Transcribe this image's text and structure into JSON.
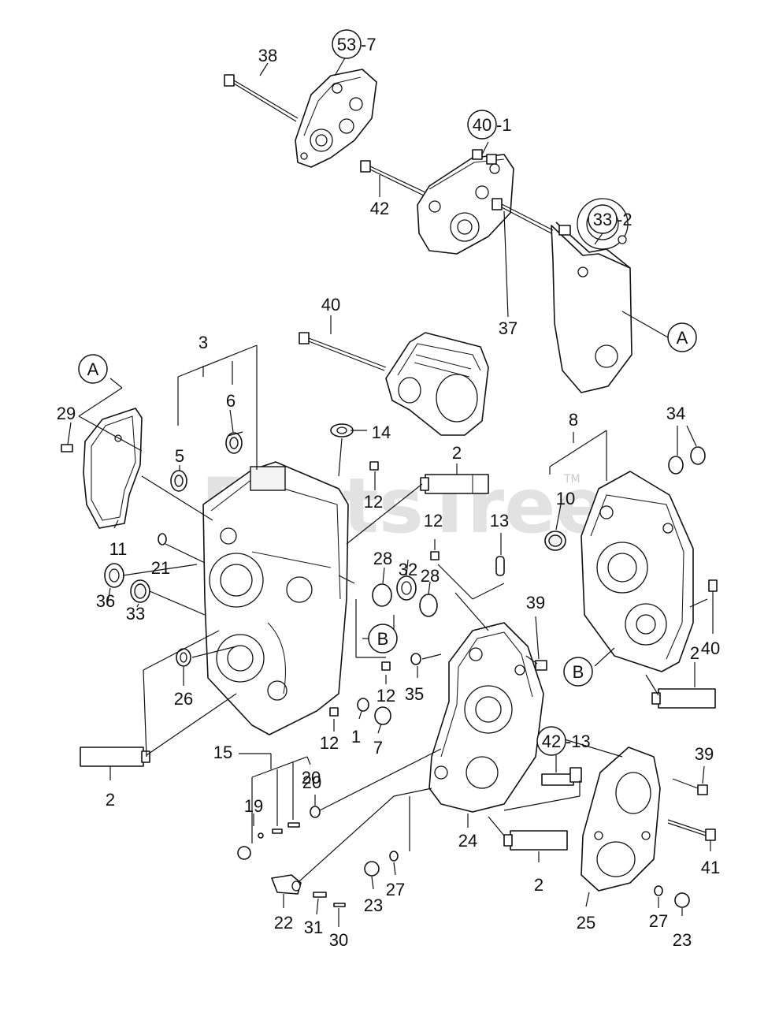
{
  "watermark": {
    "text": "PartsTree",
    "trademark": "TM"
  },
  "callouts": {
    "c53": "53",
    "c53_suffix": "-7",
    "c40": "40",
    "c40_suffix": "-1",
    "c33": "33",
    "c33_suffix": "-2",
    "c42": "42",
    "c42_suffix": "-13",
    "refA_top": "A",
    "refA_left": "A",
    "refB_mid": "B",
    "refB_right": "B"
  },
  "labels": {
    "l38": "38",
    "l42": "42",
    "l37": "37",
    "l40a": "40",
    "l3": "3",
    "l6": "6",
    "l29": "29",
    "l5": "5",
    "l14": "14",
    "l2a": "2",
    "l8": "8",
    "l34": "34",
    "l11": "11",
    "l12a": "12",
    "l10": "10",
    "l12b": "12",
    "l13": "13",
    "l21": "21",
    "l28a": "28",
    "l32": "32",
    "l28b": "28",
    "l36": "36",
    "l33": "33",
    "l40b": "40",
    "l39a": "39",
    "l26": "26",
    "l35": "35",
    "l12c": "12",
    "l2b": "2",
    "l12d": "12",
    "l1": "1",
    "l7": "7",
    "l2c": "2",
    "l15": "15",
    "l20a": "20",
    "l19": "19",
    "l20b": "20",
    "l39b": "39",
    "l41": "41",
    "l24": "24",
    "l23a": "23",
    "l27a": "27",
    "l2d": "2",
    "l22": "22",
    "l31": "31",
    "l30": "30",
    "l25": "25",
    "l27b": "27",
    "l23b": "23"
  }
}
